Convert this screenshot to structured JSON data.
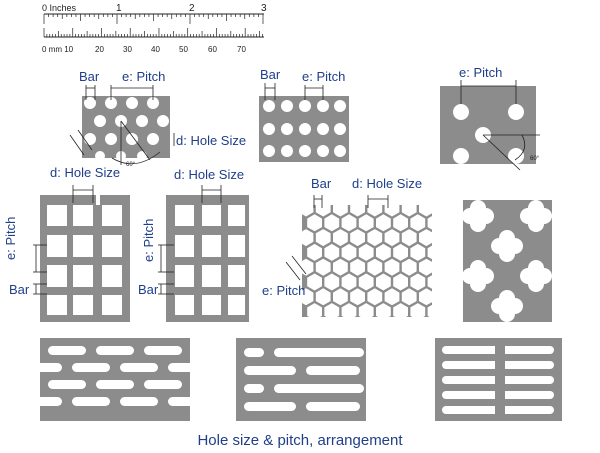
{
  "ruler": {
    "inches_label": "0 Inches",
    "inch_marks": [
      "1",
      "2",
      "3"
    ],
    "mm_label": "0  mm 10",
    "mm_marks": [
      "20",
      "30",
      "40",
      "50",
      "60",
      "70"
    ]
  },
  "labels": {
    "bar": "Bar",
    "pitch": "e: Pitch",
    "hole_size": "d: Hole Size",
    "angle": "60°"
  },
  "caption": "Hole size & pitch, arrangement",
  "colors": {
    "metal": "#8c8c8c",
    "annotation": "#1f3f8a",
    "ruler_line": "#222222"
  }
}
